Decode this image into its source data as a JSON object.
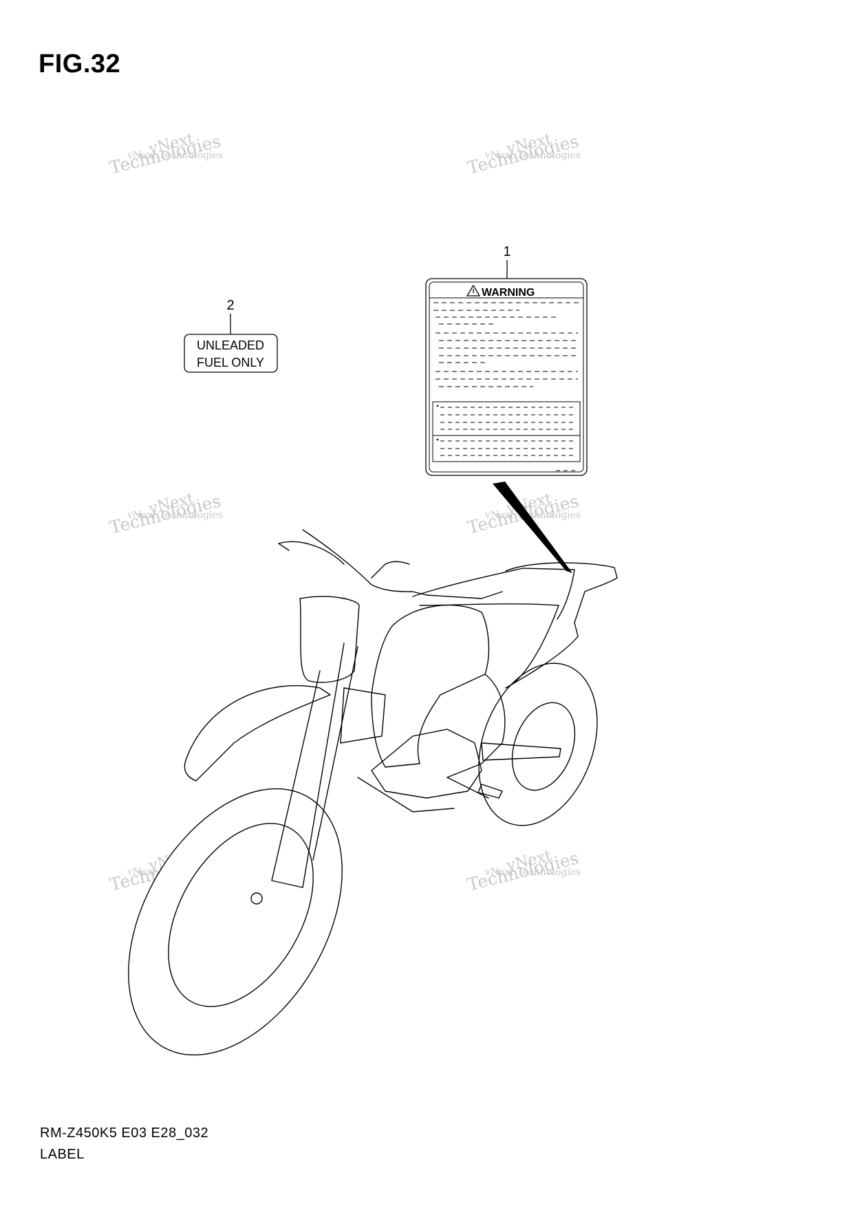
{
  "figure_title": "FIG.32",
  "footer": {
    "model_code": "RM-Z450K5 E03 E28_032",
    "section": "LABEL"
  },
  "parts": [
    {
      "number": "1",
      "name": "warning-label",
      "heading": "WARNING"
    },
    {
      "number": "2",
      "name": "fuel-label",
      "line1": "UNLEADED",
      "line2": "FUEL ONLY"
    }
  ],
  "watermark": {
    "line1": "vNext",
    "line2": "vNext Technologies",
    "line3": "Technologies"
  }
}
